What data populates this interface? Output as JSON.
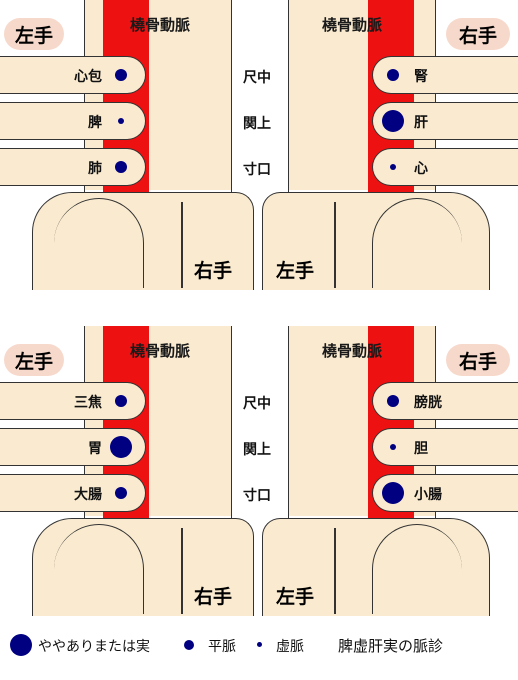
{
  "panels": [
    {
      "left_badge": "左手",
      "right_badge": "右手",
      "left_artery": "橈骨動脈",
      "right_artery": "橈骨動脈",
      "positions": [
        "尺中",
        "関上",
        "寸口"
      ],
      "left_organs": [
        {
          "label": "心包",
          "pulse": "平脈"
        },
        {
          "label": "脾",
          "pulse": "虚脈"
        },
        {
          "label": "肺",
          "pulse": "平脈"
        }
      ],
      "right_organs": [
        {
          "label": "腎",
          "pulse": "平脈"
        },
        {
          "label": "肝",
          "pulse": "ややありまたは実"
        },
        {
          "label": "心",
          "pulse": "虚脈"
        }
      ],
      "lower_left_hand": "右手",
      "lower_right_hand": "左手"
    },
    {
      "left_badge": "左手",
      "right_badge": "右手",
      "left_artery": "橈骨動脈",
      "right_artery": "橈骨動脈",
      "positions": [
        "尺中",
        "関上",
        "寸口"
      ],
      "left_organs": [
        {
          "label": "三焦",
          "pulse": "平脈"
        },
        {
          "label": "胃",
          "pulse": "ややありまたは実"
        },
        {
          "label": "大腸",
          "pulse": "平脈"
        }
      ],
      "right_organs": [
        {
          "label": "膀胱",
          "pulse": "平脈"
        },
        {
          "label": "胆",
          "pulse": "虚脈"
        },
        {
          "label": "小腸",
          "pulse": "ややありまたは実"
        }
      ],
      "lower_left_hand": "右手",
      "lower_right_hand": "左手"
    }
  ],
  "legend": {
    "large_label": "ややありまたは実",
    "medium_label": "平脈",
    "small_label": "虚脈",
    "caption": "脾虚肝実の脈診"
  },
  "colors": {
    "artery": "#ee1111",
    "skin": "#faebd0",
    "badge": "#f7d9cc",
    "dot": "#000080"
  }
}
